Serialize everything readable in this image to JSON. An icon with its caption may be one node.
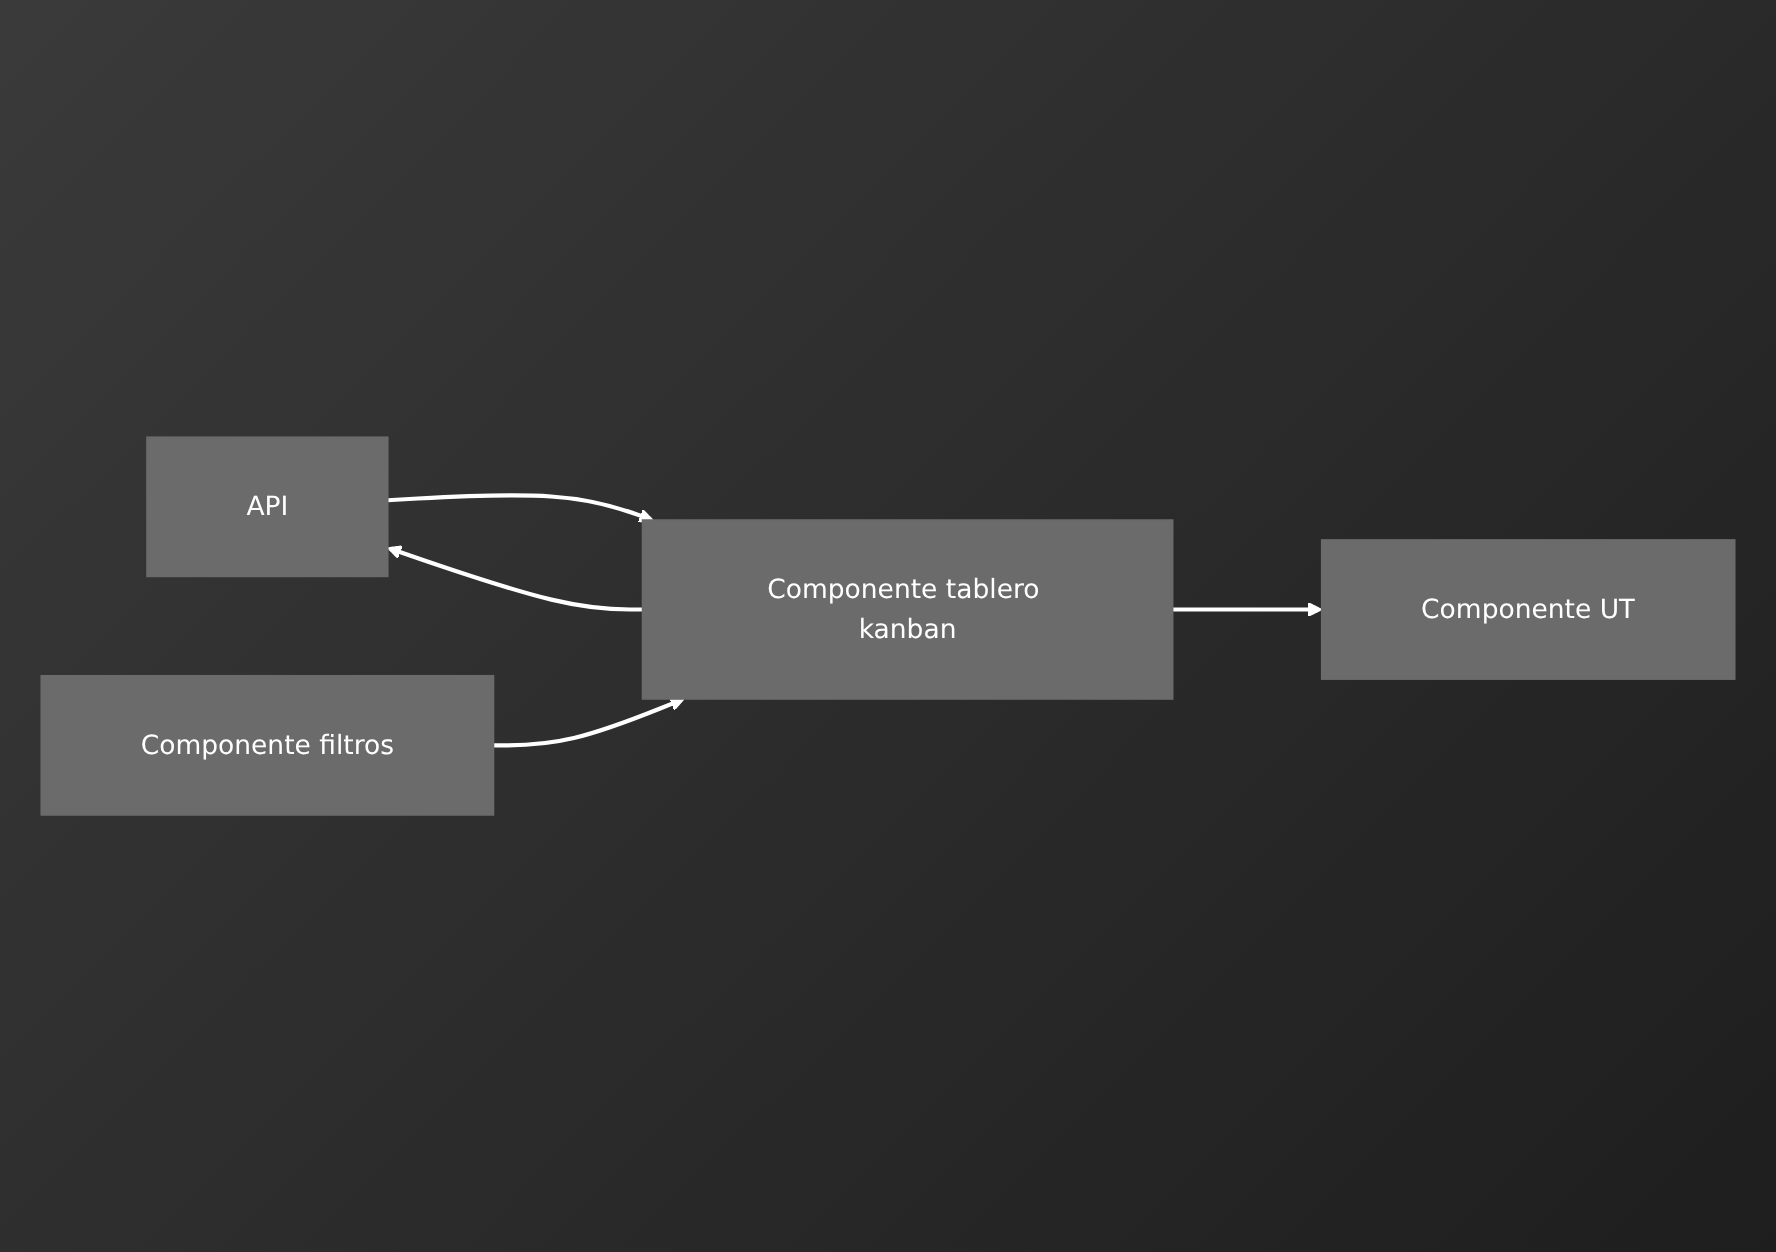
{
  "diagram": {
    "nodes": [
      {
        "text": [
          "API"
        ]
      },
      {
        "text": [
          "Componente UT"
        ]
      },
      {
        "text": [
          "Componente filtros"
        ]
      },
      {
        "text": [
          "Componente tablero kanban"
        ]
      }
    ],
    "edges": [
      {
        "from": 0,
        "to": 3,
        "arrow": "to"
      },
      {
        "from": 3,
        "to": 0,
        "arrow": "to"
      },
      {
        "from": 3,
        "to": 1,
        "arrow": "to"
      },
      {
        "from": 2,
        "to": 3,
        "arrow": "to"
      }
    ]
  }
}
